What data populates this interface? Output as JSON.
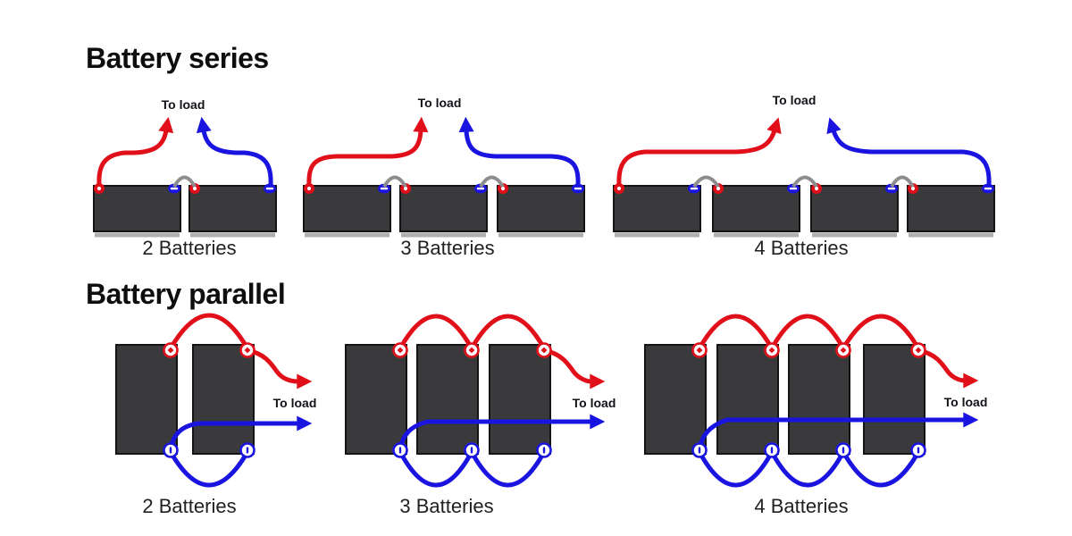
{
  "colors": {
    "positive_wire": "#e00f1a",
    "negative_wire": "#1a14e0",
    "jumper_wire": "#8d8d8d",
    "battery_body": "#3a3a3c",
    "battery_shadow": "#b0b0b0",
    "label_text": "#121219"
  },
  "series_section": {
    "title": "Battery series",
    "diagrams": [
      {
        "battery_count": 2,
        "load_label": "To load",
        "caption": "2 Batteries"
      },
      {
        "battery_count": 3,
        "load_label": "To load",
        "caption": "3 Batteries"
      },
      {
        "battery_count": 4,
        "load_label": "To load",
        "caption": "4 Batteries"
      }
    ]
  },
  "parallel_section": {
    "title": "Battery parallel",
    "diagrams": [
      {
        "battery_count": 2,
        "load_label": "To load",
        "caption": "2 Batteries"
      },
      {
        "battery_count": 3,
        "load_label": "To load",
        "caption": "3 Batteries"
      },
      {
        "battery_count": 4,
        "load_label": "To load",
        "caption": "4 Batteries"
      }
    ]
  }
}
